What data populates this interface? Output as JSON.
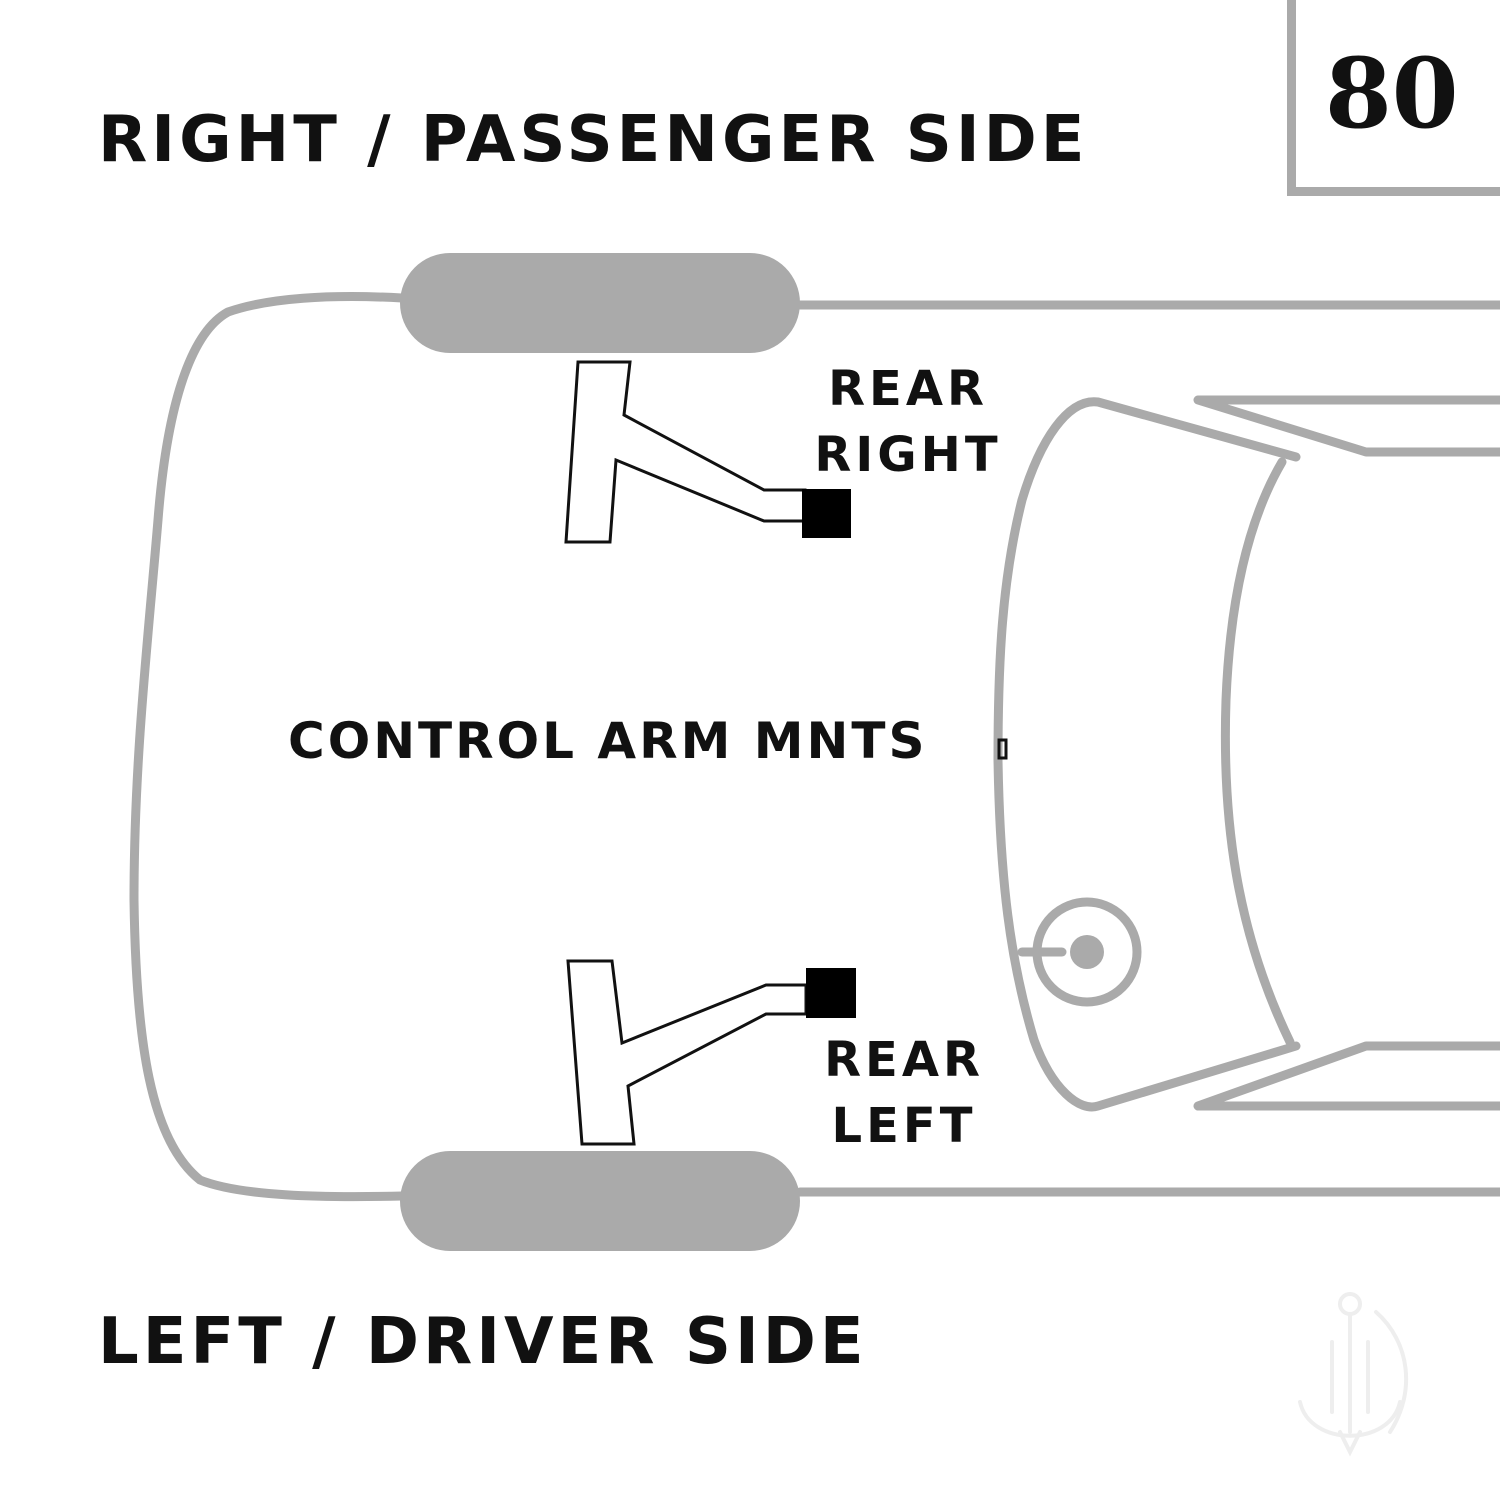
{
  "titles": {
    "right_side": "RIGHT / PASSENGER SIDE",
    "left_side": "LEFT / DRIVER SIDE",
    "center": "CONTROL ARM MNTS"
  },
  "part_number": "80",
  "mounts": {
    "rear_right": {
      "line1": "REAR",
      "line2": "RIGHT"
    },
    "rear_left": {
      "line1": "REAR",
      "line2": "LEFT"
    }
  },
  "colors": {
    "outline": "#aaaaaa",
    "tire": "#aaaaaa",
    "text": "#111111",
    "mount_block": "#000000",
    "watermark": "#eeeeee"
  },
  "icons": {
    "watermark": "anchor-logo-watermark"
  }
}
